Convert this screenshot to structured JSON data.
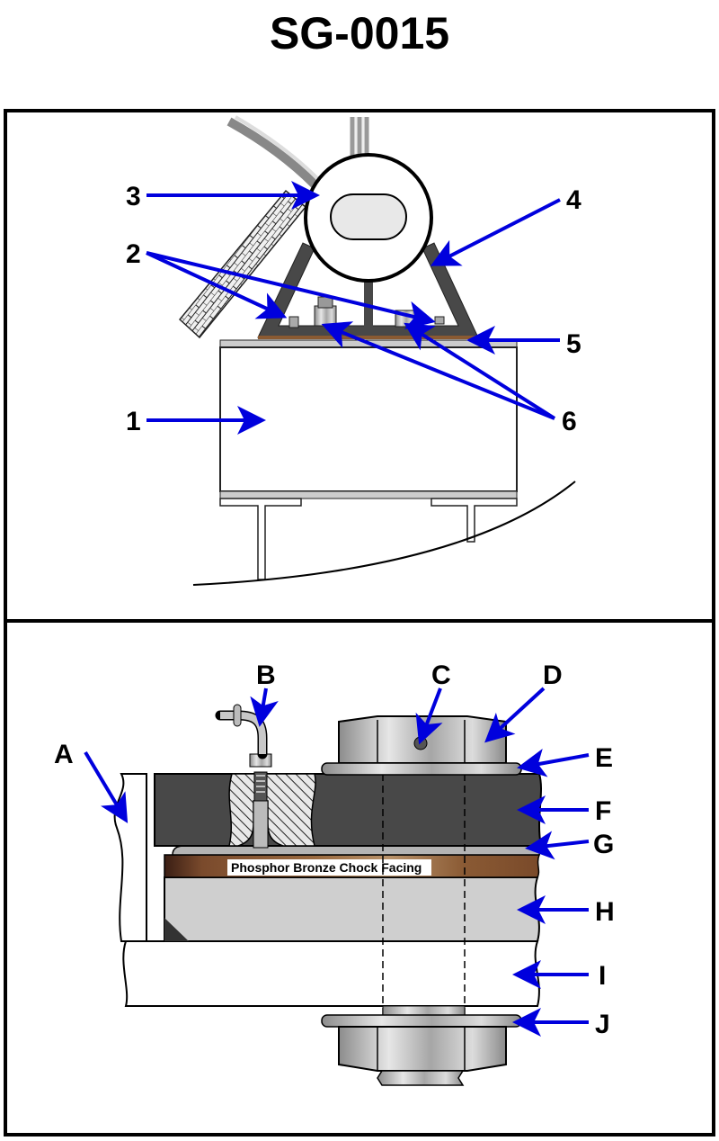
{
  "title": "SG-0015",
  "colors": {
    "arrow": "#0000dd",
    "chock": "#484848",
    "bronze": "#8a5a32",
    "foundation": "#cfcfcf",
    "steel": "#b8b8b8"
  },
  "top_panel": {
    "labels": [
      "1",
      "2",
      "3",
      "4",
      "5",
      "6"
    ]
  },
  "bottom_panel": {
    "labels": [
      "A",
      "B",
      "C",
      "D",
      "E",
      "F",
      "G",
      "H",
      "I",
      "J"
    ],
    "caption": "Phosphor Bronze Chock Facing"
  }
}
